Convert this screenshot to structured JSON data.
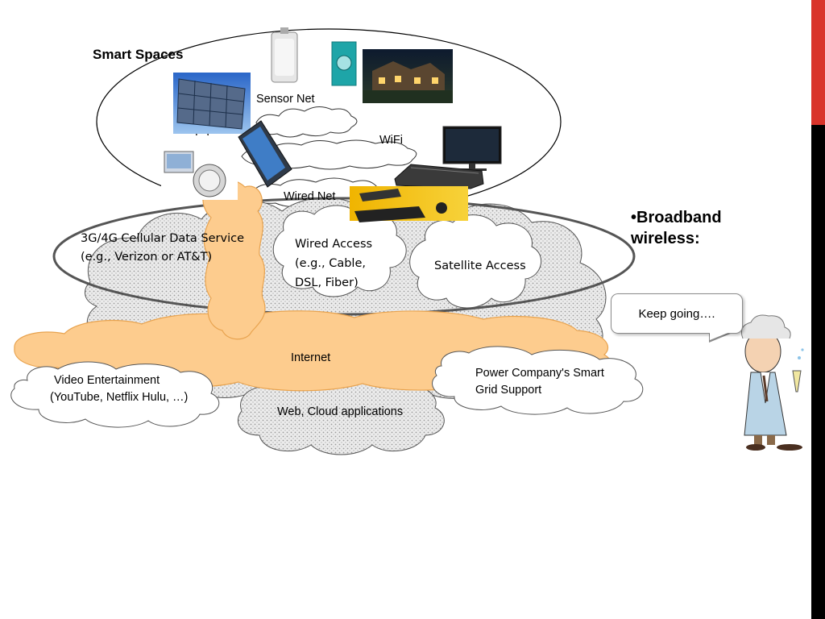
{
  "diagram": {
    "title": "Smart Spaces",
    "labels": {
      "sensor_net": "Sensor Net",
      "wifi": "WiFi",
      "wired_net": "Wired  Net",
      "cellular": [
        "3G/4G Cellular Data Service",
        "(e.g., Verizon or AT&T)"
      ],
      "wired_access": [
        "Wired Access",
        "(e.g., Cable,",
        "DSL, Fiber)"
      ],
      "satellite_access": "Satellite Access",
      "internet": "Internet",
      "video": [
        "Video Entertainment",
        "(YouTube, Netflix Hulu, …)"
      ],
      "web_cloud": "Web, Cloud applications",
      "power_company": [
        "Power Company's Smart",
        "Grid Support"
      ]
    },
    "colors": {
      "orange_cloud": "#fdcc8e",
      "orange_stroke": "#e8a34f",
      "dotted_fill": "#e9e9e9",
      "dot": "#9a9a9a",
      "cloud_stroke": "#555555"
    }
  },
  "side": {
    "bullet": "•Broadband wireless:",
    "bubble": "Keep going…."
  },
  "accent": {
    "red_bar": "#d9342b",
    "black_bar": "#000000"
  }
}
